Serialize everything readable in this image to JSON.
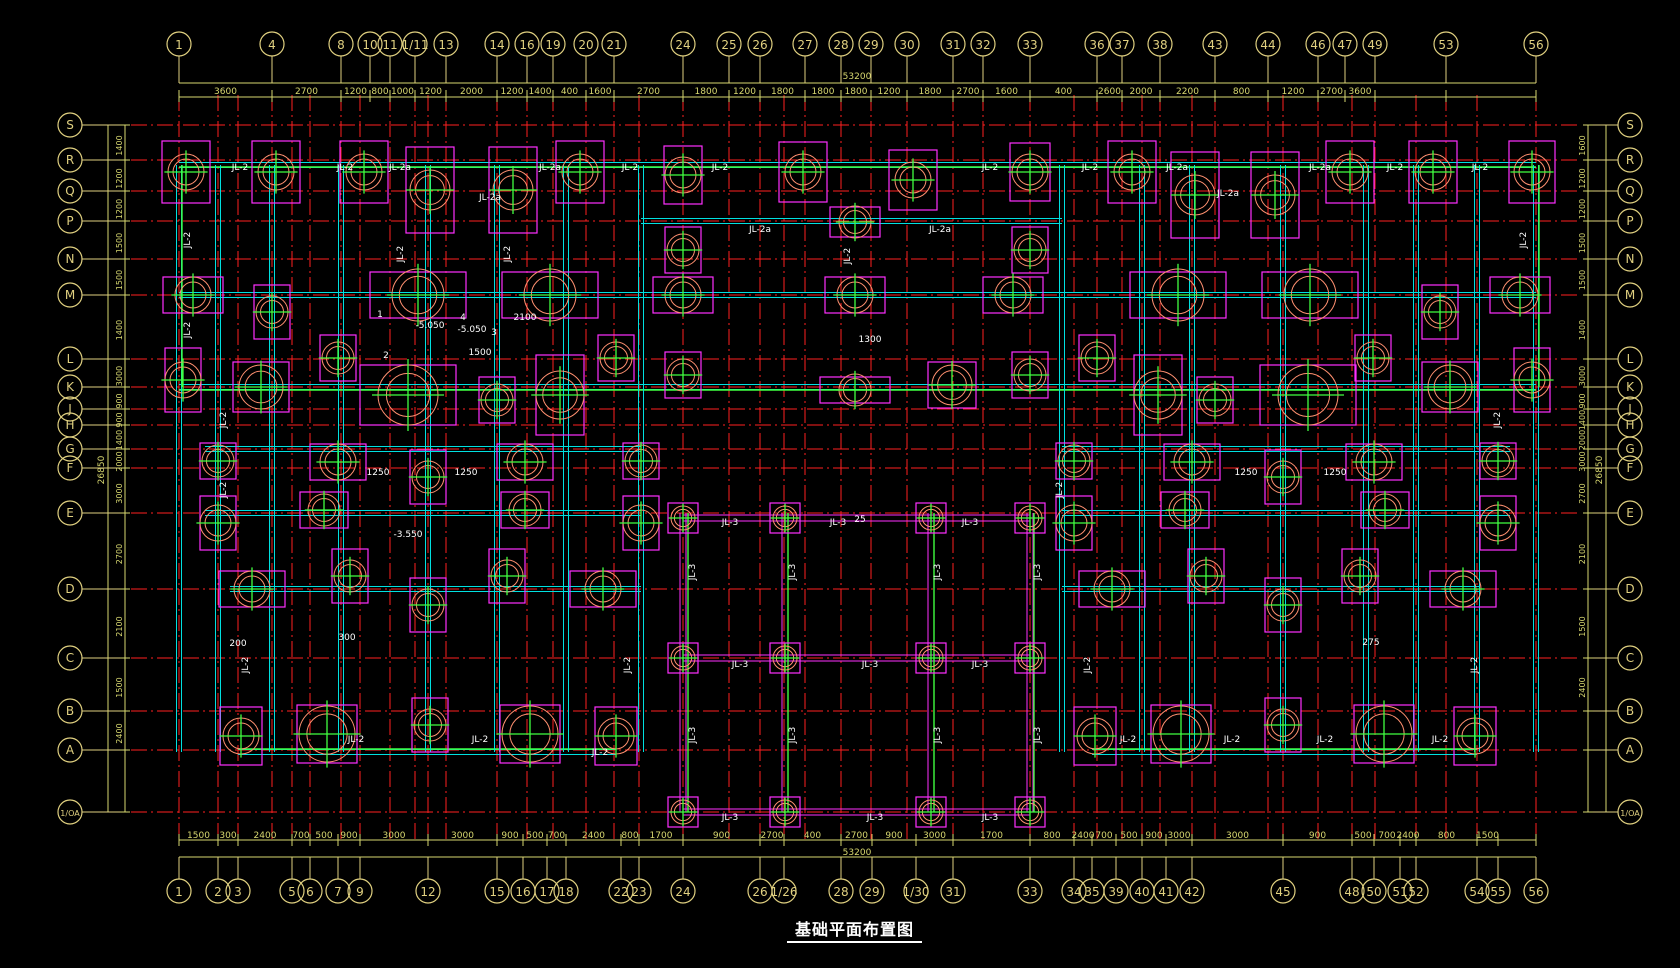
{
  "title": "基础平面布置图",
  "colors": {
    "background": "#000000",
    "axis": "#ff2020",
    "dim": "#d8d870",
    "bubble": "#e0d080",
    "beam": "#00e0e0",
    "rebar": "#40ff40",
    "footing": "#ff30ff",
    "pile": "#ff9070",
    "text": "#ffffff"
  },
  "top_axes": [
    "1",
    "4",
    "8",
    "10",
    "11",
    "1/11",
    "13",
    "14",
    "16",
    "19",
    "20",
    "21",
    "24",
    "25",
    "26",
    "27",
    "28",
    "29",
    "30",
    "31",
    "32",
    "33",
    "36",
    "37",
    "38",
    "43",
    "44",
    "46",
    "47",
    "49",
    "53",
    "56"
  ],
  "bottom_axes": [
    "1",
    "2",
    "3",
    "5",
    "6",
    "7",
    "9",
    "12",
    "15",
    "16",
    "17",
    "18",
    "22",
    "23",
    "24",
    "26",
    "1/26",
    "28",
    "29",
    "1/30",
    "31",
    "33",
    "34",
    "35",
    "39",
    "40",
    "41",
    "42",
    "45",
    "48",
    "50",
    "51",
    "52",
    "54",
    "55",
    "56"
  ],
  "row_axes": [
    "S",
    "R",
    "Q",
    "P",
    "N",
    "M",
    "L",
    "K",
    "J",
    "H",
    "G",
    "F",
    "E",
    "D",
    "C",
    "B",
    "A",
    "1/OA"
  ],
  "top_dims": [
    "3600",
    "2700",
    "1200",
    "800",
    "1000",
    "1200",
    "2000",
    "1200",
    "1400",
    "400",
    "1600",
    "2700",
    "1800",
    "1200",
    "1800",
    "1800",
    "1800",
    "1200",
    "1800",
    "2700",
    "1600",
    "400",
    "2600",
    "2000",
    "2200",
    "800",
    "1200",
    "2700",
    "3600"
  ],
  "bottom_dims": [
    "1500",
    "300",
    "2400",
    "700",
    "500",
    "900",
    "3000",
    "3000",
    "900",
    "500",
    "700",
    "2400",
    "800",
    "1700",
    "900",
    "2700",
    "400",
    "2700",
    "900",
    "3000",
    "1700",
    "800",
    "2400",
    "700",
    "500",
    "900",
    "3000",
    "3000",
    "900",
    "500",
    "700",
    "2400",
    "800",
    "1500"
  ],
  "total_dim": "53200",
  "left_dims": [
    "1400",
    "1200",
    "1200",
    "1500",
    "1500",
    "1400",
    "3000",
    "900",
    "900",
    "1400",
    "2000",
    "3000",
    "2700",
    "2100",
    "1500",
    "2400"
  ],
  "right_dims": [
    "1600",
    "1200",
    "1200",
    "1500",
    "1500",
    "1400",
    "3000",
    "900",
    "1400",
    "2000",
    "3000",
    "2700",
    "2100",
    "1500",
    "2400"
  ],
  "total_height": "26850",
  "beam_labels": {
    "jl2": "JL-2",
    "jl2a": "JL-2a",
    "jl3": "JL-3"
  },
  "annotations": [
    "-5.050",
    "-5.050",
    "-3.550",
    "1250",
    "1250",
    "1250",
    "1250",
    "200",
    "300",
    "275",
    "25",
    "1300",
    "1500",
    "2100",
    "1",
    "2",
    "4",
    "3"
  ]
}
